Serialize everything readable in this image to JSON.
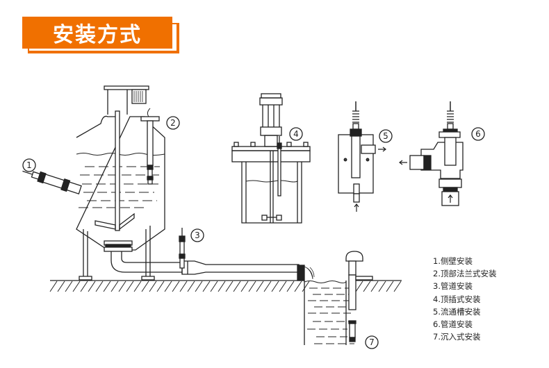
{
  "header": {
    "title": "安装方式"
  },
  "callouts": [
    "①",
    "②",
    "③",
    "④",
    "⑤",
    "⑥",
    "⑦"
  ],
  "legend": {
    "items": [
      "1.侧壁安装",
      "2.顶部法兰式安装",
      "3.管道安装",
      "4.顶插式安装",
      "5.流通槽安装",
      "6.管道安装",
      "7.沉入式安装"
    ]
  },
  "colors": {
    "accent": "#f07000",
    "line": "#222222"
  }
}
